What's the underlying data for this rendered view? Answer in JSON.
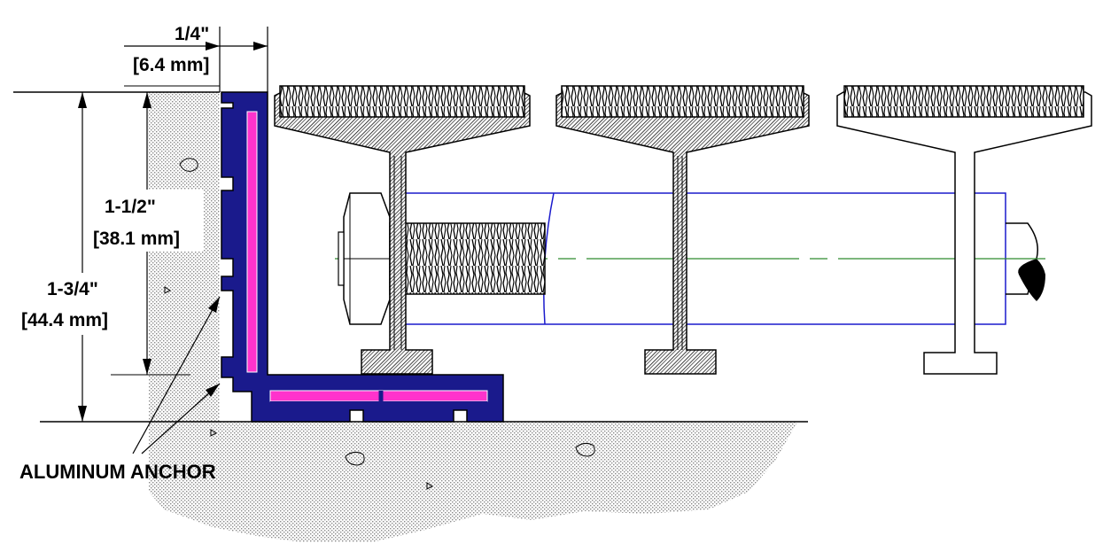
{
  "dimensions": {
    "depth_width": {
      "imperial": "1/4\"",
      "metric": "[6.4 mm]"
    },
    "inner_height": {
      "imperial": "1-1/2\"",
      "metric": "[38.1 mm]"
    },
    "outer_height": {
      "imperial": "1-3/4\"",
      "metric": "[44.4 mm]"
    }
  },
  "callout": {
    "label": "ALUMINUM ANCHOR"
  },
  "colors": {
    "anchor_fill": "#1a1a8c",
    "insert_fill": "#ff33cc",
    "rod_outline": "#1a1acc",
    "centerline": "#2e8b2e",
    "concrete_dots": "#9a9a9a"
  }
}
